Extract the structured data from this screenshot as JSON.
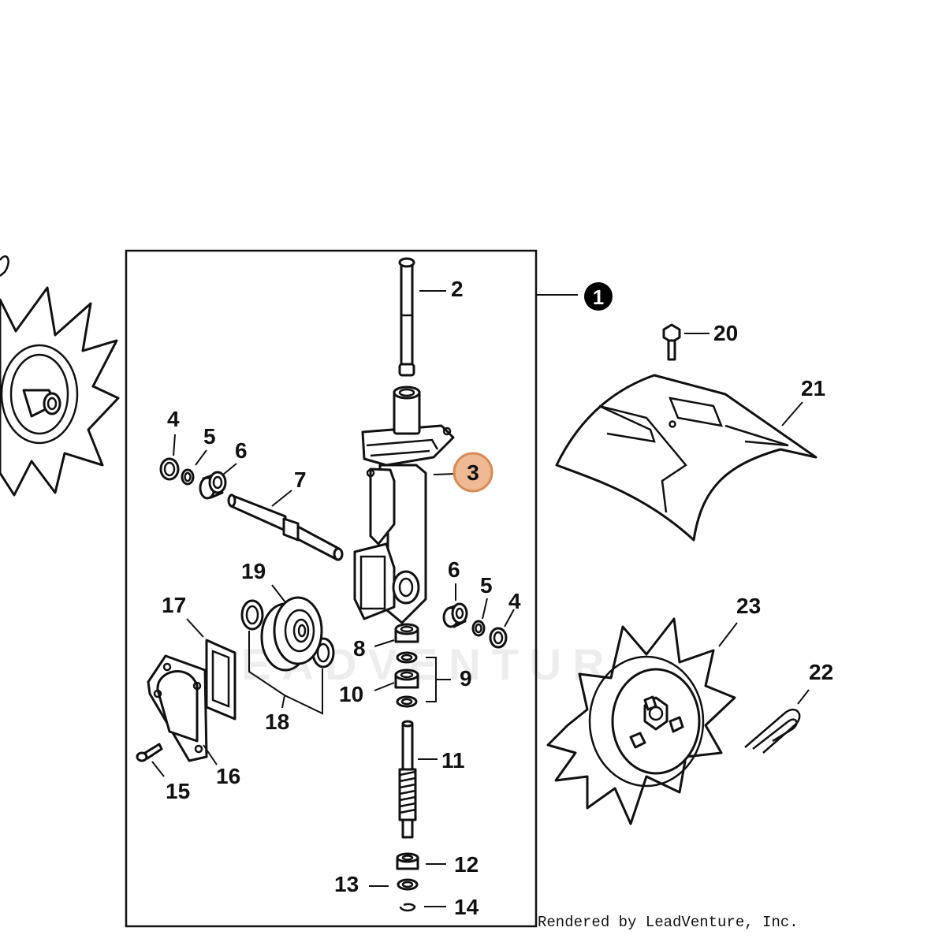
{
  "diagram": {
    "watermark": "LEADVENTURE",
    "credit": "Rendered by LeadVenture, Inc.",
    "highlight_color": "#e8a16f",
    "callouts": {
      "c1": "1",
      "c2": "2",
      "c3": "3",
      "c4a": "4",
      "c4b": "4",
      "c5a": "5",
      "c5b": "5",
      "c6a": "6",
      "c6b": "6",
      "c7": "7",
      "c8": "8",
      "c9": "9",
      "c10": "10",
      "c11": "11",
      "c12": "12",
      "c13": "13",
      "c14": "14",
      "c15": "15",
      "c16": "16",
      "c17": "17",
      "c18": "18",
      "c19": "19",
      "c20": "20",
      "c21": "21",
      "c22": "22",
      "c23": "23"
    }
  }
}
